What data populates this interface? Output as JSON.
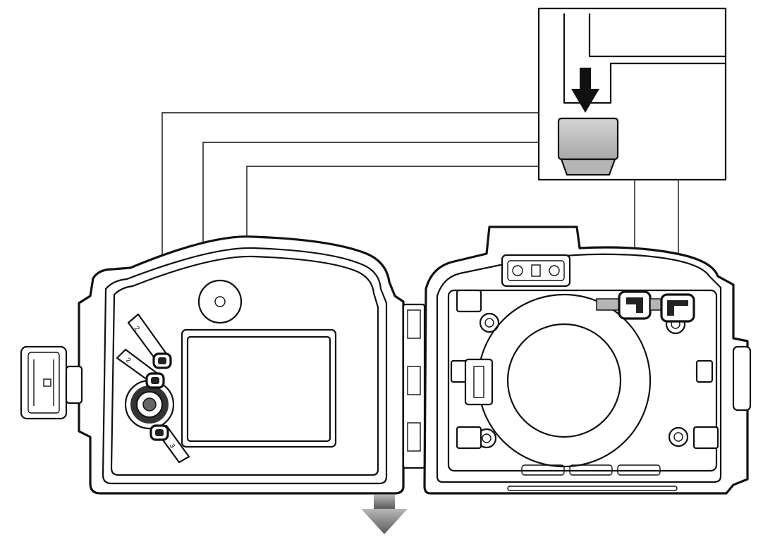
{
  "diagram": {
    "title": "",
    "colors": {
      "line": "#111111",
      "background": "#ffffff",
      "seal_grey": "#c8c8c8",
      "arrow_grey": "#8a8a8a"
    },
    "latch_labels": [
      "2",
      "2",
      "3"
    ]
  }
}
